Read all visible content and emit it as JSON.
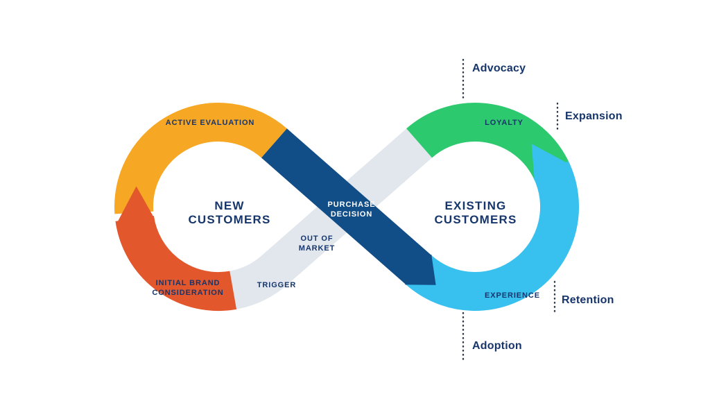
{
  "diagram": {
    "left_loop": {
      "title_line1": "NEW",
      "title_line2": "CUSTOMERS",
      "segment_active_evaluation": "ACTIVE EVALUATION",
      "segment_initial_brand_line1": "INITIAL BRAND",
      "segment_initial_brand_line2": "CONSIDERATION",
      "segment_trigger": "TRIGGER"
    },
    "right_loop": {
      "title_line1": "EXISTING",
      "title_line2": "CUSTOMERS",
      "segment_loyalty": "LOYALTY",
      "segment_experience": "EXPERIENCE"
    },
    "crossing": {
      "purchase_decision_line1": "PURCHASE",
      "purchase_decision_line2": "DECISION",
      "out_of_market_line1": "OUT OF",
      "out_of_market_line2": "MARKET"
    },
    "outer_labels": {
      "top": "Advocacy",
      "right_upper": "Expansion",
      "right_lower": "Retention",
      "bottom": "Adoption"
    },
    "colors": {
      "active_evaluation_yellow": "#F6A723",
      "initial_brand_orange": "#E2572B",
      "purchase_navy": "#114E87",
      "loyalty_green": "#2DC96F",
      "experience_blue": "#38C0EF",
      "out_of_market_gray": "#E2E7EE",
      "label_navy": "#16356B",
      "dotted_line": "#2F3B4C"
    }
  }
}
